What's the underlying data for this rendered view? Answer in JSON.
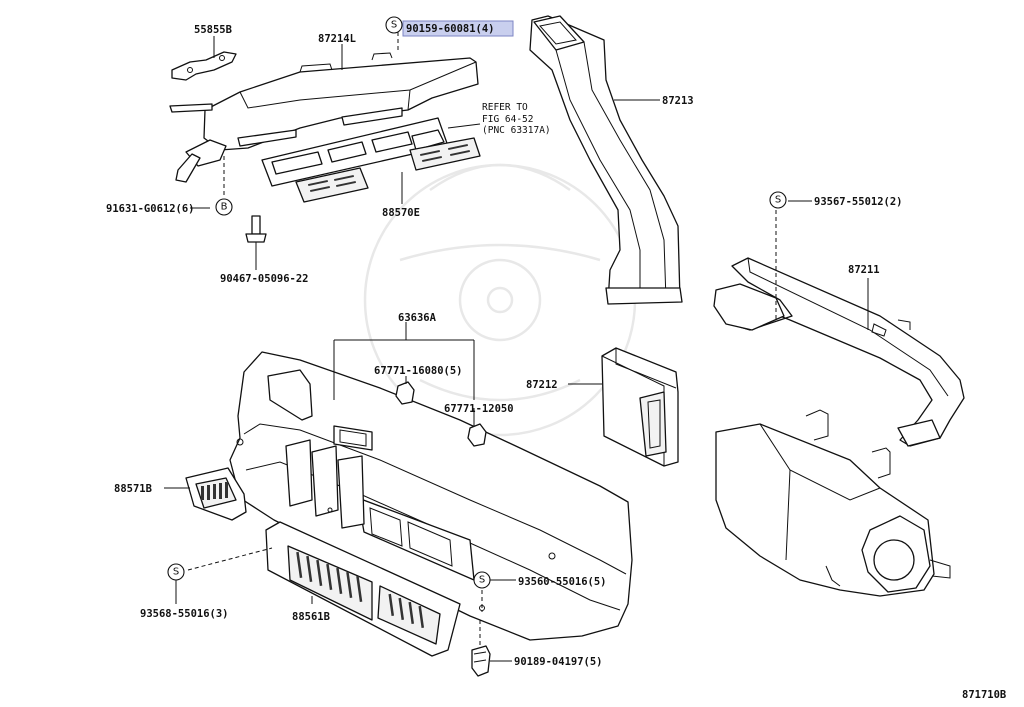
{
  "labels": {
    "p55855b": "55855B",
    "p87214l": "87214L",
    "p90159": "90159-60081(4)",
    "p87213": "87213",
    "refer_1": "REFER TO",
    "refer_2": "FIG 64-52",
    "refer_3": "(PNC 63317A)",
    "p91631": "91631-G0612(6)",
    "p88570e": "88570E",
    "p93567": "93567-55012(2)",
    "p90467": "90467-05096-22",
    "p87211": "87211",
    "p63636a": "63636A",
    "p67771_16080": "67771-16080(5)",
    "p87212": "87212",
    "p67771_12050": "67771-12050",
    "p88571b": "88571B",
    "p93560": "93560-55016(5)",
    "p93568": "93568-55016(3)",
    "p88561b": "88561B",
    "p90189": "90189-04197(5)",
    "diagram_code": "871710B"
  },
  "symbols": {
    "s": "S",
    "b": "B"
  },
  "highlight_color": "#c9cfee"
}
